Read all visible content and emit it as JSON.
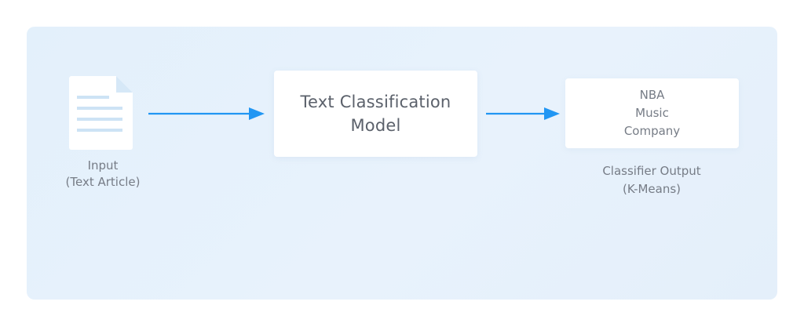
{
  "input": {
    "icon": "document-icon",
    "label_lines": [
      "Input",
      "(Text Article)"
    ]
  },
  "model": {
    "title_lines": [
      "Text Classification",
      "Model"
    ]
  },
  "output": {
    "classes": [
      "NBA",
      "Music",
      "Company"
    ],
    "label_lines": [
      "Classifier Output",
      "(K-Means)"
    ]
  },
  "colors": {
    "panel_background": "#e6f1fb",
    "arrow": "#2196f3",
    "document_icon": "#ffffff",
    "document_lines": "#cde3f5",
    "text": "#767c86"
  }
}
